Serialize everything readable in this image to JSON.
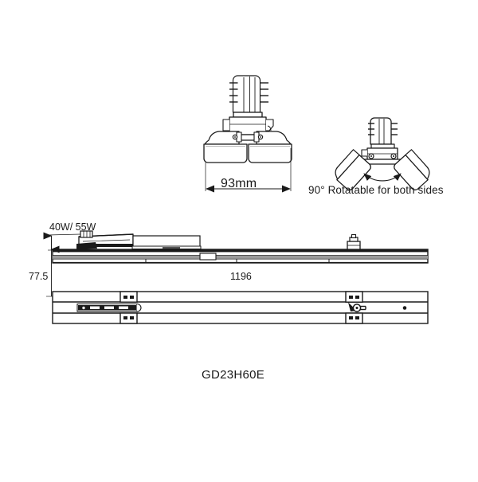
{
  "drawing": {
    "title": "GD23H60E",
    "background_color": "#ffffff",
    "line_color": "#1a1a1a",
    "fill_gray": "#9a9a9a",
    "fill_light": "#e8e8e8"
  },
  "views": {
    "front_head": {
      "name": "front-elevation-head",
      "dimension": {
        "label": "93mm",
        "value": 93,
        "unit": "mm",
        "orientation": "horizontal"
      }
    },
    "rotation_detail": {
      "name": "rotation-detail",
      "caption": "90° Rotatable for both sides",
      "angle_value": 90,
      "angle_unit": "°"
    },
    "side_elevation": {
      "name": "side-elevation-track",
      "wattage_label": "40W/ 55W",
      "height_dimension": {
        "label": "77.5",
        "value": 77.5,
        "orientation": "vertical"
      },
      "length_dimension": {
        "label": "1196",
        "value": 1196,
        "orientation": "horizontal"
      }
    },
    "plan_view": {
      "name": "plan-view-track"
    }
  },
  "model": {
    "part_number": "GD23H60E"
  },
  "icons": {
    "arrow_left": "arrow-left-icon",
    "arrow_right": "arrow-right-icon",
    "arrow_up": "arrow-up-icon",
    "arrow_down": "arrow-down-icon"
  }
}
